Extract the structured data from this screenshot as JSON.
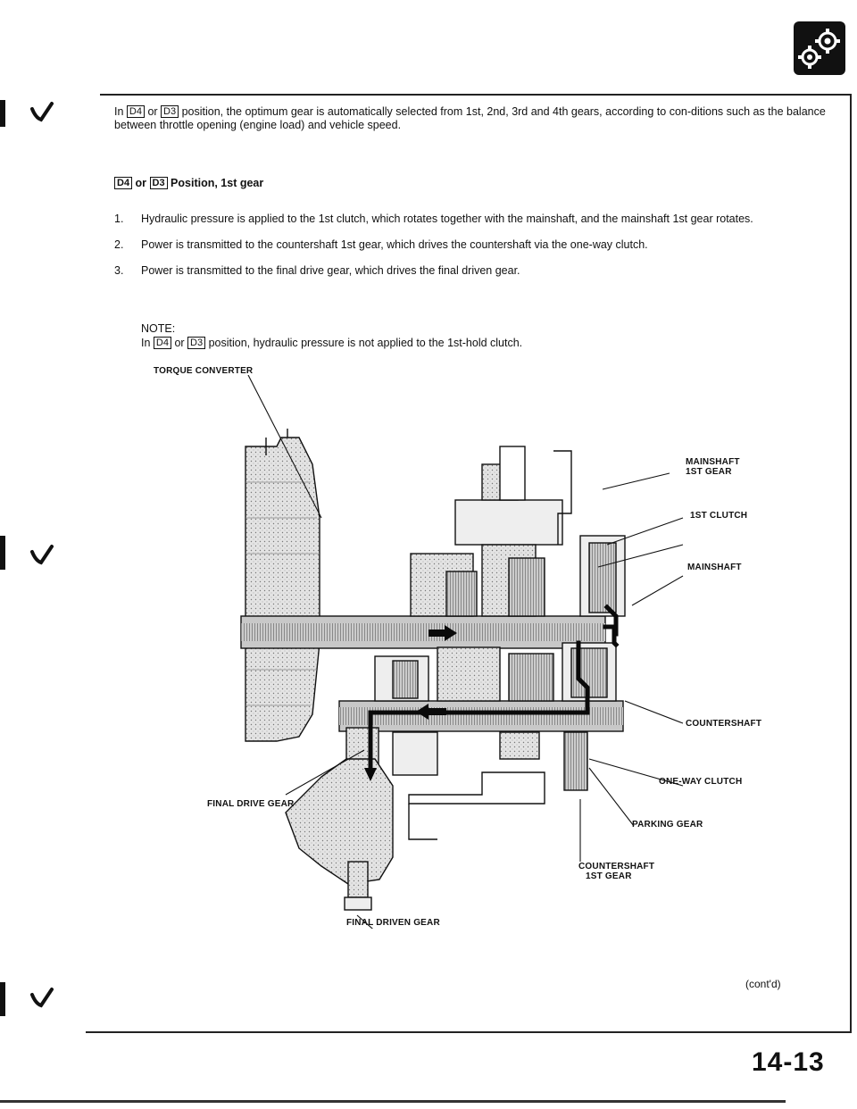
{
  "intro": {
    "pre": "In ",
    "d4": "D4",
    "or": " or ",
    "d3": "D3",
    "post": " position, the optimum gear is automatically selected from 1st, 2nd, 3rd and 4th gears, according to con-ditions such as the balance between throttle opening (engine load) and vehicle speed."
  },
  "section_heading": {
    "d4": "D4",
    "or": " or ",
    "d3": "D3",
    "post": " Position, 1st gear"
  },
  "steps": [
    {
      "num": "1.",
      "text": "Hydraulic pressure is applied to the 1st clutch, which rotates together with the mainshaft, and the mainshaft 1st gear rotates."
    },
    {
      "num": "2.",
      "text": "Power is transmitted to the countershaft 1st gear, which drives the countershaft via the one-way clutch."
    },
    {
      "num": "3.",
      "text": "Power is transmitted to the final drive gear, which drives the final driven gear."
    }
  ],
  "note": {
    "title": "NOTE:",
    "pre": "In ",
    "d4": "D4",
    "or": " or ",
    "d3": "D3",
    "post": " position, hydraulic pressure is not applied to the 1st-hold clutch."
  },
  "diagram_labels": {
    "torque_converter": "TORQUE CONVERTER",
    "mainshaft_1st_gear_1": "MAINSHAFT",
    "mainshaft_1st_gear_2": "1ST GEAR",
    "first_clutch": "1ST CLUTCH",
    "mainshaft": "MAINSHAFT",
    "countershaft": "COUNTERSHAFT",
    "final_drive_gear": "FINAL DRIVE GEAR",
    "one_way_clutch": "ONE-WAY CLUTCH",
    "parking_gear": "PARKING GEAR",
    "countershaft_1st_gear_1": "COUNTERSHAFT",
    "countershaft_1st_gear_2": "1ST GEAR",
    "final_driven_gear": "FINAL DRIVEN GEAR"
  },
  "continued": "(cont'd)",
  "page_number": "14-13",
  "colors": {
    "ink": "#111111",
    "shade": "#bdbdbd",
    "flow": "#0a0a0a"
  },
  "icons": {
    "header_emblem": "gear-icon",
    "margin_marks": "binding-tick-icon"
  }
}
